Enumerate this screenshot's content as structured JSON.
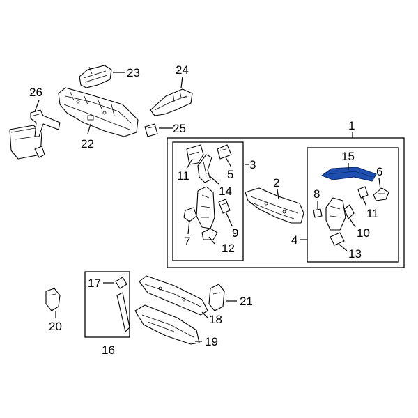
{
  "diagram": {
    "highlight_color": "#1e4fb0",
    "callouts": [
      {
        "id": "c1",
        "label": "1"
      },
      {
        "id": "c2",
        "label": "2"
      },
      {
        "id": "c3",
        "label": "3"
      },
      {
        "id": "c4",
        "label": "4"
      },
      {
        "id": "c5",
        "label": "5"
      },
      {
        "id": "c6",
        "label": "6"
      },
      {
        "id": "c7",
        "label": "7"
      },
      {
        "id": "c8",
        "label": "8"
      },
      {
        "id": "c9",
        "label": "9"
      },
      {
        "id": "c10",
        "label": "10"
      },
      {
        "id": "c11a",
        "label": "11"
      },
      {
        "id": "c11b",
        "label": "11"
      },
      {
        "id": "c12",
        "label": "12"
      },
      {
        "id": "c13",
        "label": "13"
      },
      {
        "id": "c14",
        "label": "14"
      },
      {
        "id": "c15",
        "label": "15"
      },
      {
        "id": "c16",
        "label": "16"
      },
      {
        "id": "c17",
        "label": "17"
      },
      {
        "id": "c18",
        "label": "18"
      },
      {
        "id": "c19",
        "label": "19"
      },
      {
        "id": "c20",
        "label": "20"
      },
      {
        "id": "c21",
        "label": "21"
      },
      {
        "id": "c22",
        "label": "22"
      },
      {
        "id": "c23",
        "label": "23"
      },
      {
        "id": "c24",
        "label": "24"
      },
      {
        "id": "c25",
        "label": "25"
      },
      {
        "id": "c26",
        "label": "26"
      }
    ]
  }
}
